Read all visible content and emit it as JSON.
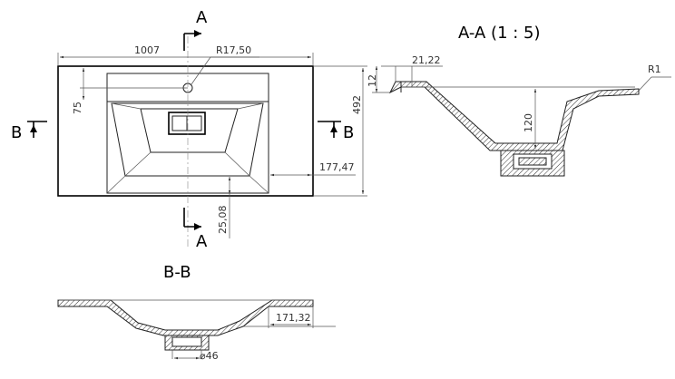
{
  "drawing": {
    "plan_view": {
      "width_dim": "1007",
      "depth_dim": "492",
      "radius_dim": "R17,50",
      "offset_75": "75",
      "offset_177": "177,47",
      "offset_25": "25,08",
      "section_a_top": "A",
      "section_a_bottom": "A",
      "section_b_left": "B",
      "section_b_right": "B"
    },
    "section_aa": {
      "title": "A-A (1 : 5)",
      "dim_21": "21,22",
      "dim_12": "12",
      "dim_r1": "R1",
      "dim_120": "120"
    },
    "section_bb": {
      "title": "B-B",
      "dim_171": "171,32",
      "dim_46": "⌀46"
    }
  }
}
